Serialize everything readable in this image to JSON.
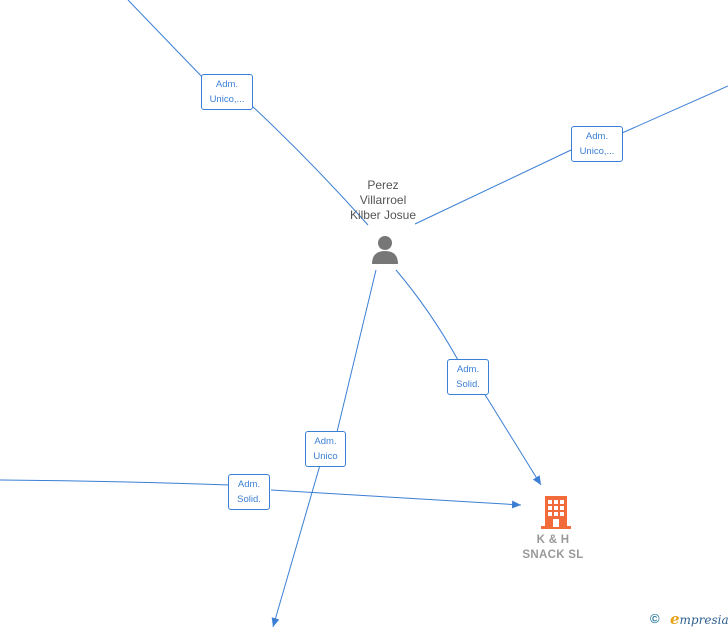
{
  "person": {
    "name_lines": [
      "Perez",
      "Villarroel",
      "Kilber Josue"
    ],
    "icon": "person-icon"
  },
  "company": {
    "name_lines": [
      "K & H",
      "SNACK  SL"
    ],
    "icon": "building-icon",
    "color": "#f26b3a"
  },
  "edges": [
    {
      "id": "top-left",
      "lines": [
        "Adm.",
        "Unico,..."
      ]
    },
    {
      "id": "top-right",
      "lines": [
        "Adm.",
        "Unico,..."
      ]
    },
    {
      "id": "person-to-company",
      "lines": [
        "Adm.",
        "Solid."
      ]
    },
    {
      "id": "person-to-bottom",
      "lines": [
        "Adm.",
        "Unico"
      ]
    },
    {
      "id": "left-to-company",
      "lines": [
        "Adm.",
        "Solid."
      ]
    }
  ],
  "footer": {
    "copyright_symbol": "©",
    "brand_initial": "e",
    "brand_rest": "mpresia"
  },
  "colors": {
    "edge": "#3b7fd4",
    "person": "#777777",
    "company_text": "#999999"
  }
}
